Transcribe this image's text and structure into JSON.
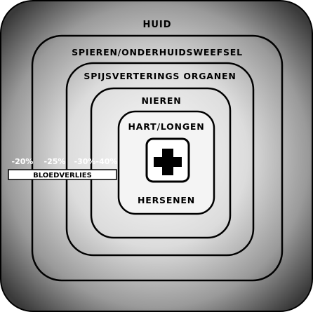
{
  "layers": [
    {
      "id": "huid",
      "label": "HUID"
    },
    {
      "id": "spieren",
      "label": "SPIEREN/ONDERHUIDSWEEFSEL"
    },
    {
      "id": "spijsvertering",
      "label": "SPIJSVERTERINGS ORGANEN"
    },
    {
      "id": "nieren",
      "label": "NIEREN"
    },
    {
      "id": "hart-longen",
      "label": "HART/LONGEN"
    },
    {
      "id": "hersenen",
      "label": "HERSENEN"
    }
  ],
  "blood_loss": {
    "percentages": [
      "-20%",
      "-25%",
      "-30%",
      "-40%"
    ],
    "label": "BLOEDVERLIES"
  },
  "colors": {
    "outline": "#000000",
    "outer_edge": "#2f2f2f",
    "center_fill": "#ffffff",
    "cross": "#000000"
  },
  "center_icon": "medical-cross-icon"
}
